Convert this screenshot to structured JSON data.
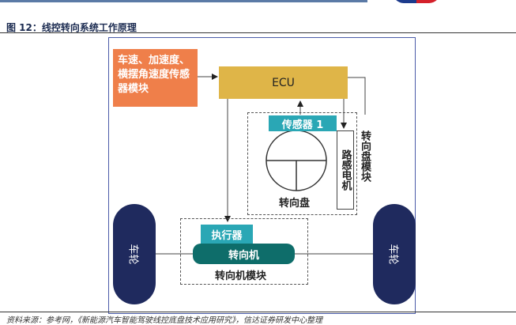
{
  "caption": "图 12：线控转向系统工作原理",
  "diagram": {
    "inputs": "车速、加速度、横摆角速度传感器模块",
    "ecu": "ECU",
    "sensor": "传感器 1",
    "steering_wheel": "转向盘",
    "feel_motor": "路感电机",
    "steering_wheel_module": "转向盘模块",
    "actuator": "执行器",
    "steering_gear": "转向机",
    "steering_gear_module": "转向机模块",
    "wheel_left": "车轮",
    "wheel_right": "车轮"
  },
  "source": "资料来源：参考网，《新能源汽车智能驾驶线控底盘技术应用研究》，信达证券研发中心整理"
}
